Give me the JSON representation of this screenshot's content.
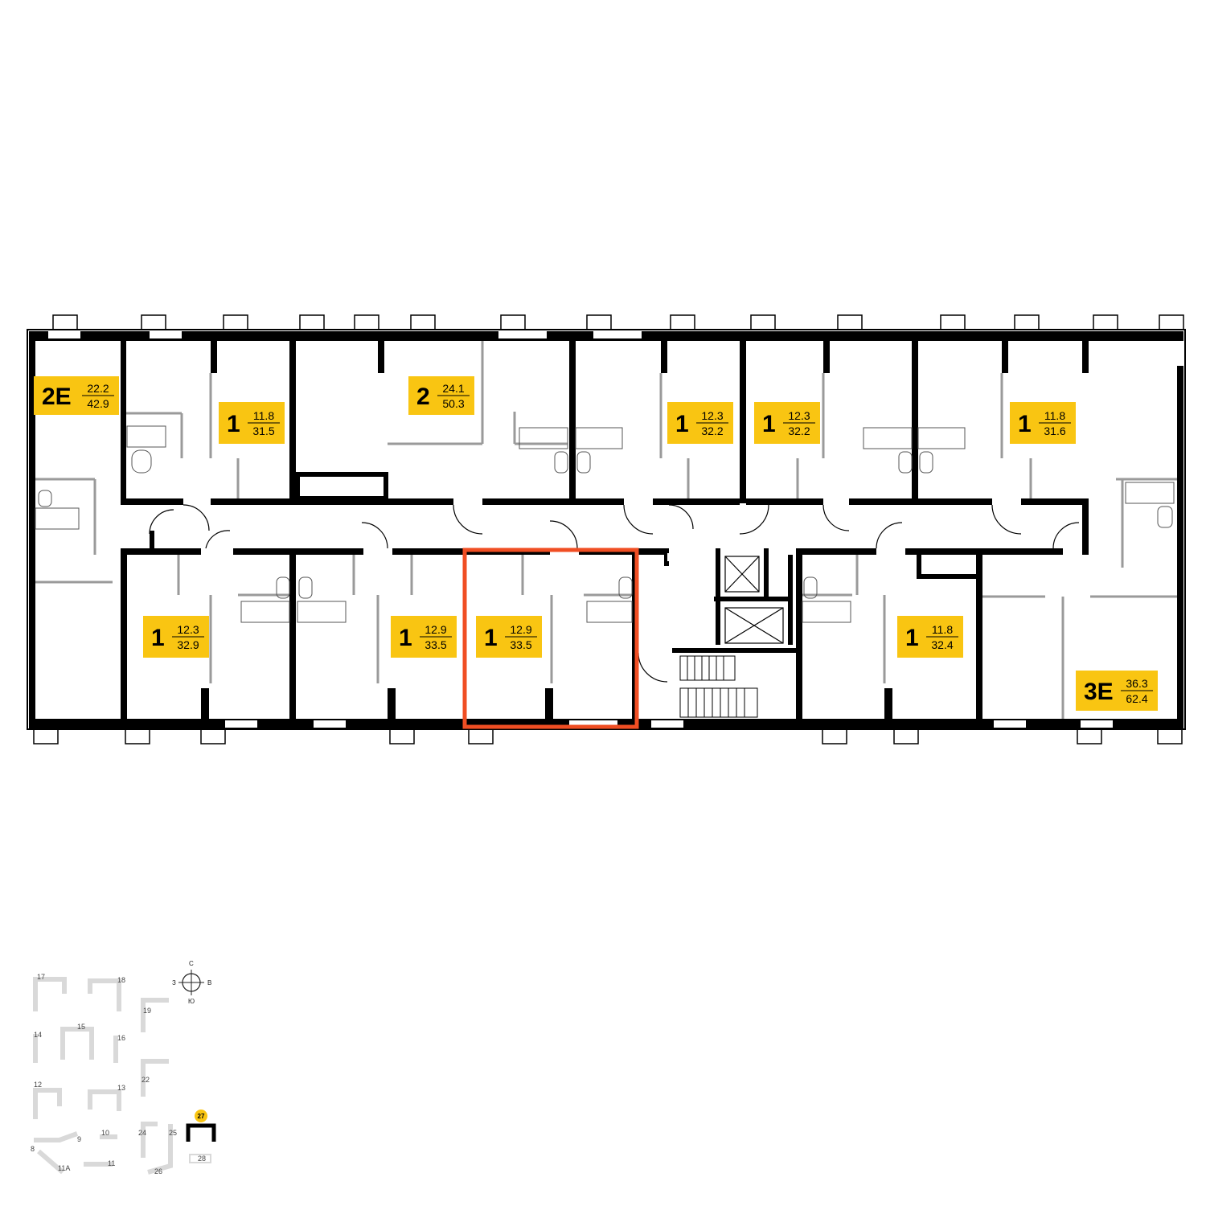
{
  "floorplan": {
    "colors": {
      "wall": "#000000",
      "partition": "#9a9a9a",
      "label_bg": "#f9c512",
      "highlight": "#f04e23",
      "site_building": "#d9d9d9",
      "current_building": "#000000"
    },
    "apartments": [
      {
        "id": "2e-top-left",
        "rooms": "2E",
        "living": "22.2",
        "total": "42.9"
      },
      {
        "id": "1-top-a",
        "rooms": "1",
        "living": "11.8",
        "total": "31.5"
      },
      {
        "id": "2-top",
        "rooms": "2",
        "living": "24.1",
        "total": "50.3"
      },
      {
        "id": "1-top-b",
        "rooms": "1",
        "living": "12.3",
        "total": "32.2"
      },
      {
        "id": "1-top-c",
        "rooms": "1",
        "living": "12.3",
        "total": "32.2"
      },
      {
        "id": "1-top-d",
        "rooms": "1",
        "living": "11.8",
        "total": "31.6"
      },
      {
        "id": "1-bottom-a",
        "rooms": "1",
        "living": "12.3",
        "total": "32.9"
      },
      {
        "id": "1-bottom-b",
        "rooms": "1",
        "living": "12.9",
        "total": "33.5"
      },
      {
        "id": "1-bottom-selected",
        "rooms": "1",
        "living": "12.9",
        "total": "33.5",
        "selected": true
      },
      {
        "id": "1-bottom-c",
        "rooms": "1",
        "living": "11.8",
        "total": "32.4"
      },
      {
        "id": "3e-bottom-right",
        "rooms": "3E",
        "living": "36.3",
        "total": "62.4"
      }
    ]
  },
  "compass": {
    "north": "С",
    "south": "Ю",
    "west": "З",
    "east": "В"
  },
  "site_plan": {
    "labels": [
      "17",
      "18",
      "14",
      "15",
      "16",
      "19",
      "12",
      "13",
      "22",
      "10",
      "9",
      "8",
      "11А",
      "11",
      "24",
      "25",
      "26",
      "28"
    ],
    "current_building": "27"
  }
}
